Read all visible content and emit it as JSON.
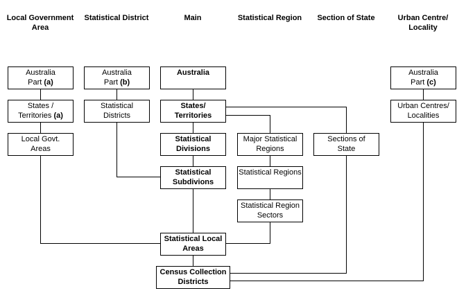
{
  "headers": {
    "lga": "Local Government Area",
    "sd": "Statistical District",
    "main": "Main",
    "sr": "Statistical Region",
    "sos": "Section of State",
    "ucl": "Urban Centre/ Locality"
  },
  "boxes": {
    "aus_a_1": "Australia",
    "aus_a_2": "Part ",
    "aus_a_note": "(a)",
    "ste_a_1": "States /",
    "ste_a_2": "Territories ",
    "ste_a_note": "(a)",
    "lga_1": "Local Govt.",
    "lga_2": "Areas",
    "aus_b_1": "Australia",
    "aus_b_2": "Part ",
    "aus_b_note": "(b)",
    "sdist_1": "Statistical",
    "sdist_2": "Districts",
    "aus_main": "Australia",
    "ste_1": "States/",
    "ste_2": "Territories",
    "sdiv_1": "Statistical",
    "sdiv_2": "Divisions",
    "ssub_1": "Statistical",
    "ssub_2": "Subdivions",
    "sla_1": "Statistical Local",
    "sla_2": "Areas",
    "ccd_1": "Census Collection",
    "ccd_2": "Districts",
    "msr_1": "Major Statistical",
    "msr_2": "Regions",
    "sreg_1": "Statistical Regions",
    "srs_1": "Statistical Region",
    "srs_2": "Sectors",
    "sos_1": "Sections of",
    "sos_2": "State",
    "aus_c_1": "Australia",
    "aus_c_2": "Part ",
    "aus_c_note": "(c)",
    "ucl_1": "Urban Centres/",
    "ucl_2": "Localities"
  }
}
